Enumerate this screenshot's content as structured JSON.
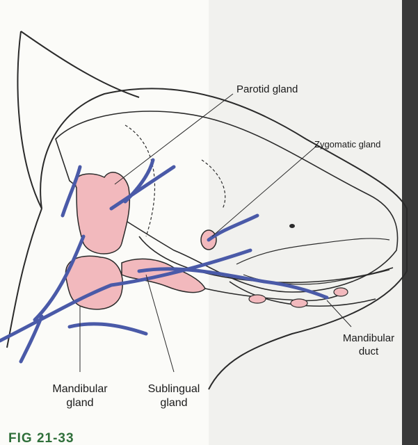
{
  "labels": {
    "parotid": "Parotid gland",
    "zygomatic": "Zygomatic gland",
    "mandibular_gland": "Mandibular\ngland",
    "sublingual_gland": "Sublingual\ngland",
    "mandibular_duct": "Mandibular\nduct"
  },
  "figure_caption": "FIG 21-33",
  "colors": {
    "gland_fill": "#f2b9bd",
    "vessel": "#4a5aa8",
    "outline": "#2a2a2a"
  }
}
